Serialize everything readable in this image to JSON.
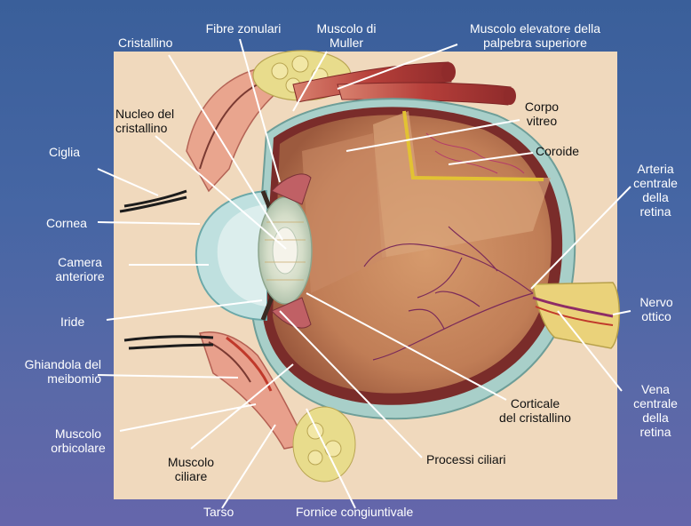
{
  "labels": {
    "fibre_zonulari": "Fibre zonulari",
    "muscolo_muller": [
      "Muscolo di",
      "Muller"
    ],
    "muscolo_elevatore": [
      "Muscolo elevatore della",
      "palpebra superiore"
    ],
    "cristallino": "Cristallino",
    "nucleo_cristallino": [
      "Nucleo del",
      "cristallino"
    ],
    "corpo_vitreo": [
      "Corpo",
      "vitreo"
    ],
    "coroide": "Coroide",
    "ciglia": "Ciglia",
    "arteria_centrale": [
      "Arteria",
      "centrale",
      "della",
      "retina"
    ],
    "cornea": "Cornea",
    "camera_anteriore": [
      "Camera",
      "anteriore"
    ],
    "nervo_ottico": [
      "Nervo",
      "ottico"
    ],
    "iride": "Iride",
    "ghiandola_meibomio": [
      "Ghiandola del",
      "meibomio"
    ],
    "vena_centrale": [
      "Vena",
      "centrale",
      "della",
      "retina"
    ],
    "corticale_cristallino": [
      "Corticale",
      "del cristallino"
    ],
    "muscolo_orbicolare": [
      "Muscolo",
      "orbicolare"
    ],
    "muscolo_ciliare": [
      "Muscolo",
      "ciliare"
    ],
    "processi_ciliari": "Processi ciliari",
    "tarso": "Tarso",
    "fornice_congiuntivale": "Fornice congiuntivale"
  },
  "colors": {
    "background": "#4666a4",
    "panel": "#f0d9bd",
    "sclera": "#a8cfc9",
    "choroid": "#7a2c2a",
    "retina_inner": "#c47a52",
    "vitreous": "#c98c63",
    "lens": "#cfd9c6",
    "cornea": "#bfe0df",
    "muscle": "#b94a45",
    "fat": "#e7d98a",
    "nerve": "#ead27a",
    "leader": "#ffffff"
  }
}
